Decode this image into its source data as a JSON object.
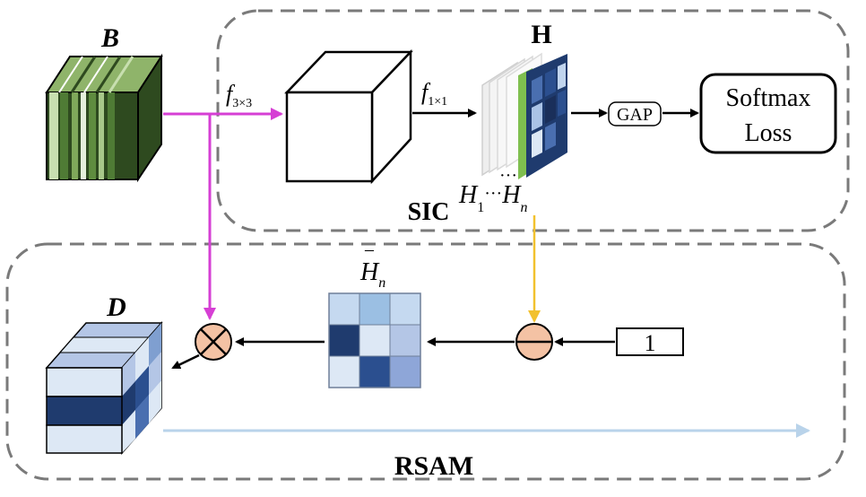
{
  "labels": {
    "B": "B",
    "H": "H",
    "D": "D",
    "f3_main": "f",
    "f3_sub": "3×3",
    "f1_main": "f",
    "f1_sub": "1×1",
    "gap": "GAP",
    "softmax_line1": "Softmax",
    "softmax_line2": "Loss",
    "sic": "SIC",
    "rsam": "RSAM",
    "h1_main": "H",
    "h1_sub": "1",
    "ellipsis": "···",
    "ellipsis_top": "···",
    "hn_main": "H",
    "hn_sub": "n",
    "hbar_main": "H",
    "hbar_bar": "‾",
    "hbar_sub": "n",
    "one": "1",
    "multiply_symbol": "⊗",
    "subtract_symbol": "⊖"
  },
  "colors": {
    "dashed_border": "#7a7a7a",
    "magenta_arrow": "#d63fd4",
    "yellow_arrow": "#f2c12e",
    "light_blue_arrow": "#b9d3ea",
    "operator_fill": "#f4c2a4",
    "green_dark": "#2e4a1f",
    "green_mid": "#4f7b35",
    "green_light": "#c8dfb0",
    "blue_dark": "#1f3b6e",
    "blue_mid": "#4a6fb0",
    "blue_light": "#dde8f5"
  },
  "icons": {
    "multiply": "circle-times-icon",
    "subtract": "circle-minus-icon"
  }
}
